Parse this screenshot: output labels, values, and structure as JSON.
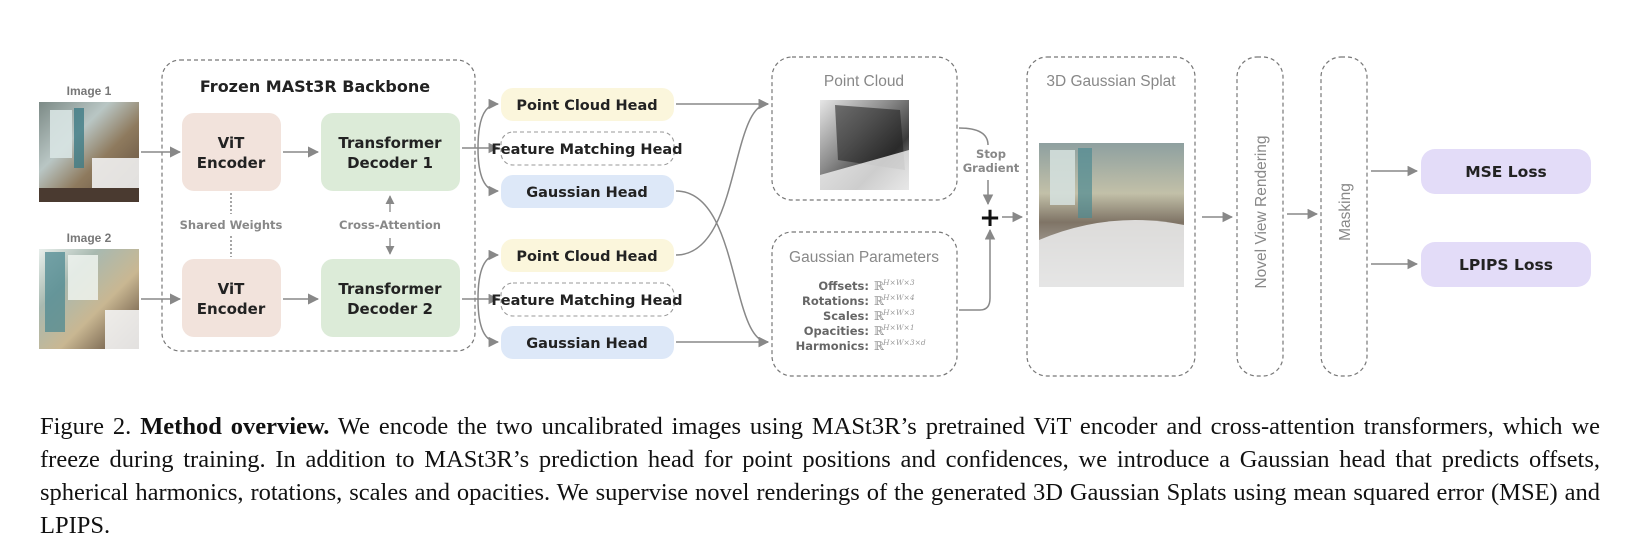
{
  "diagram": {
    "image1_label": "Image 1",
    "image2_label": "Image 2",
    "backbone_title": "Frozen MASt3R Backbone",
    "vit_line1": "ViT",
    "vit_line2": "Encoder",
    "decoder_line1": "Transformer",
    "decoder1_line2": "Decoder 1",
    "decoder2_line2": "Decoder 2",
    "shared_weights": "Shared Weights",
    "cross_attention": "Cross-Attention",
    "point_cloud_head": "Point Cloud Head",
    "feature_matching_head": "Feature Matching Head",
    "gaussian_head": "Gaussian Head",
    "point_cloud_title": "Point Cloud",
    "gaussian_params_title": "Gaussian Parameters",
    "params": [
      {
        "name": "Offsets:",
        "dims": "H×W×3"
      },
      {
        "name": "Rotations:",
        "dims": "H×W×4"
      },
      {
        "name": "Scales:",
        "dims": "H×W×3"
      },
      {
        "name": "Opacities:",
        "dims": "H×W×1"
      },
      {
        "name": "Harmonics:",
        "dims": "H×W×3×d"
      }
    ],
    "real_symbol": "ℝ",
    "stop_gradient_line1": "Stop",
    "stop_gradient_line2": "Gradient",
    "plus_symbol": "+",
    "splat_title": "3D Gaussian Splat",
    "novel_view_rendering": "Novel View Rendering",
    "masking": "Masking",
    "mse_loss": "MSE Loss",
    "lpips_loss": "LPIPS Loss",
    "colors": {
      "vit": "#f2e3dc",
      "decoder": "#dcebd8",
      "point_cloud_head": "#fbf6dc",
      "gaussian_head": "#dde8f8",
      "loss": "#e3dcf8",
      "arrow": "#888888",
      "dashed": "#777777"
    }
  },
  "caption": {
    "figure_label": "Figure 2.",
    "bold_title": "Method overview.",
    "text": "We encode the two uncalibrated images using MASt3R’s pretrained ViT encoder and cross-attention transformers, which we freeze during training. In addition to MASt3R’s prediction head for point positions and confidences, we introduce a Gaussian head that predicts offsets, spherical harmonics, rotations, scales and opacities. We supervise novel renderings of the generated 3D Gaussian Splats using mean squared error (MSE) and LPIPS."
  }
}
